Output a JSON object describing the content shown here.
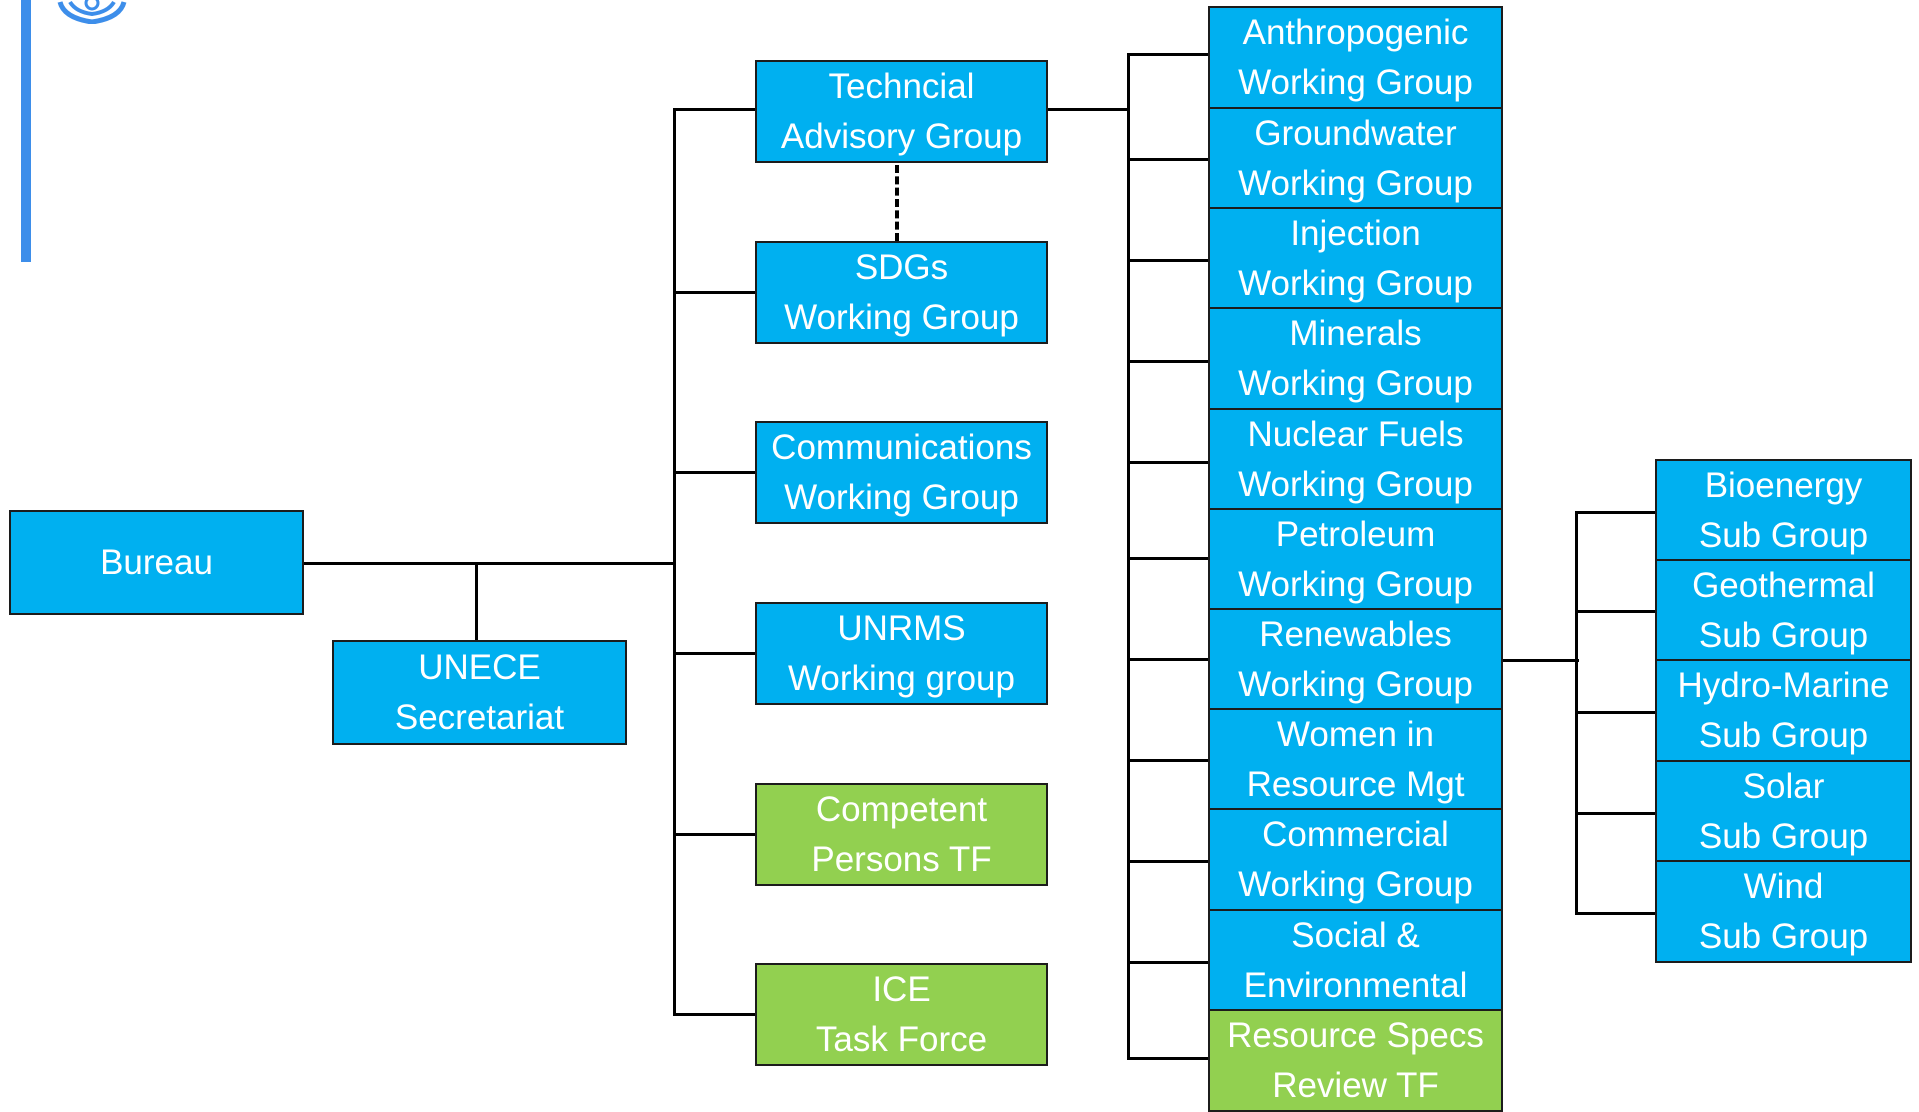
{
  "nodes": {
    "bureau": [
      "Bureau"
    ],
    "secretariat": [
      "UNECE",
      "Secretariat"
    ],
    "tag": [
      "Techncial",
      "Advisory Group"
    ],
    "sdgs": [
      "SDGs",
      "Working Group"
    ],
    "comms": [
      "Communications",
      "Working Group"
    ],
    "unrms": [
      "UNRMS",
      "Working group"
    ],
    "cp": [
      "Competent",
      "Persons TF"
    ],
    "ice": [
      "ICE",
      "Task Force"
    ],
    "anth": [
      "Anthropogenic",
      "Working Group"
    ],
    "ground": [
      "Groundwater",
      "Working Group"
    ],
    "inj": [
      "Injection",
      "Working Group"
    ],
    "min": [
      "Minerals",
      "Working Group"
    ],
    "nuc": [
      "Nuclear Fuels",
      "Working Group"
    ],
    "pet": [
      "Petroleum",
      "Working Group"
    ],
    "ren": [
      "Renewables",
      "Working Group"
    ],
    "women": [
      "Women in",
      "Resource Mgt"
    ],
    "comm": [
      "Commercial",
      "Working Group"
    ],
    "social": [
      "Social &",
      "Environmental"
    ],
    "rs": [
      "Resource Specs",
      "Review TF"
    ],
    "bio": [
      "Bioenergy",
      "Sub Group"
    ],
    "geo": [
      "Geothermal",
      "Sub Group"
    ],
    "hydro": [
      "Hydro-Marine",
      "Sub Group"
    ],
    "solar": [
      "Solar",
      "Sub Group"
    ],
    "wind": [
      "Wind",
      "Sub Group"
    ]
  },
  "colors": {
    "working_group": "#00b0f0",
    "task_force": "#92d050",
    "accent_bar": "#3d8eea"
  },
  "logo_icon": "un-emblem-icon"
}
